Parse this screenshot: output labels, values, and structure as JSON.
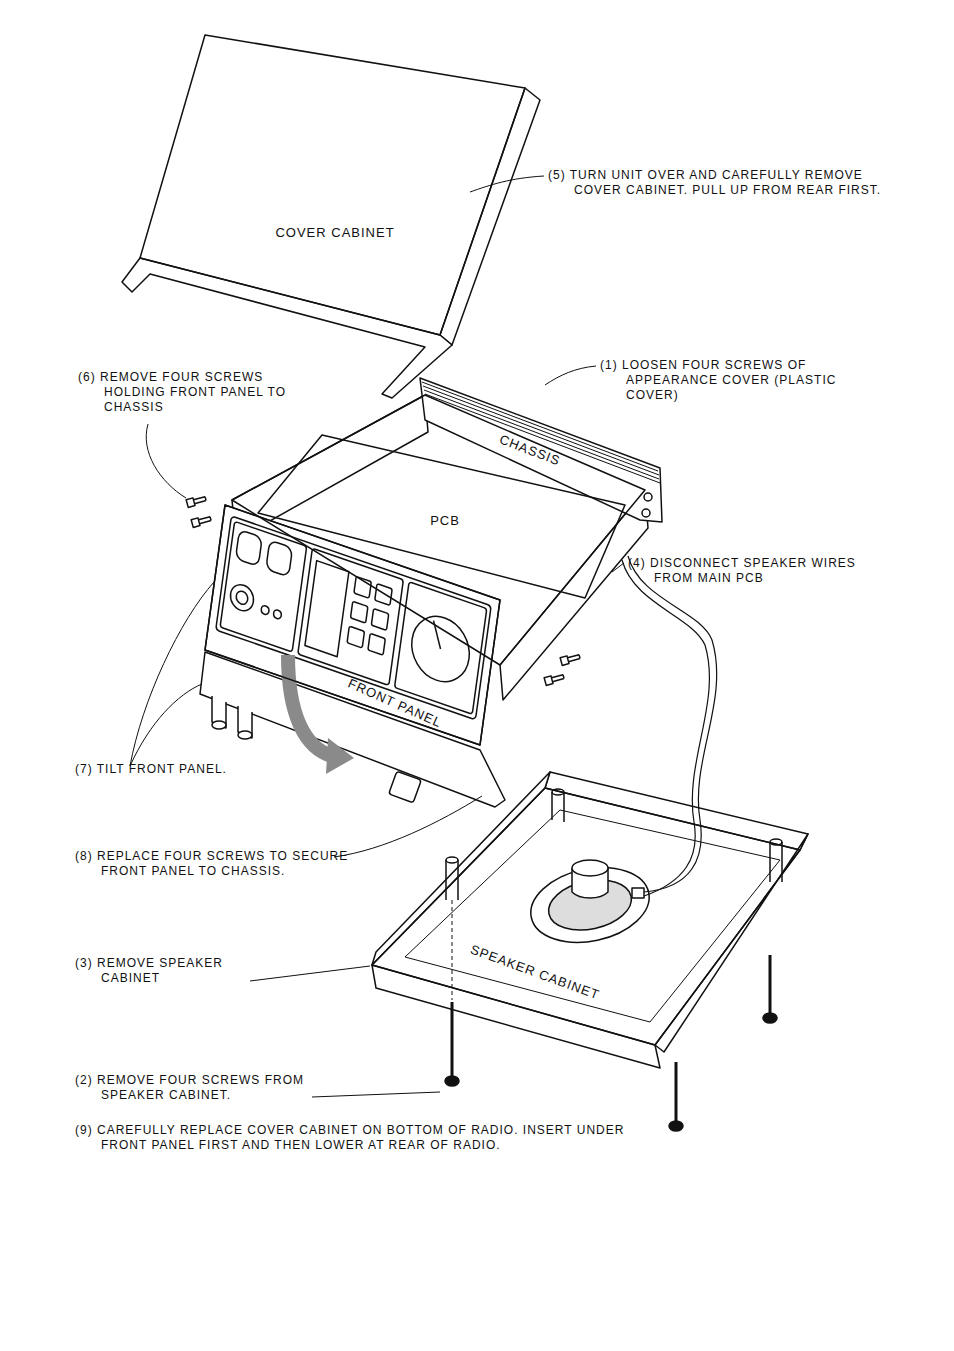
{
  "diagram": {
    "nodes": [
      {
        "text": [
          "COVER CABINET"
        ]
      },
      {
        "text": [
          "CHASSIS"
        ]
      },
      {
        "text": [
          "PCB"
        ],
        "in": 1
      },
      {
        "text": [
          "FRONT PANEL"
        ]
      },
      {
        "text": [
          "SPEAKER CABINET"
        ]
      }
    ],
    "labels": [
      "(5) TURN UNIT OVER AND CAREFULLY REMOVE COVER CABINET. PULL UP FROM REAR FIRST.",
      "(1) LOOSEN FOUR SCREWS OF APPEARANCE COVER (PLASTIC COVER)",
      "(6) REMOVE FOUR SCREWS HOLDING FRONT PANEL TO CHASSIS",
      "(4) DISCONNECT SPEAKER WIRES FROM MAIN PCB",
      "(7) TILT FRONT PANEL.",
      "(8) REPLACE FOUR SCREWS TO SECURE FRONT PANEL TO CHASSIS.",
      "(3) REMOVE SPEAKER CABINET",
      "(2) REMOVE FOUR SCREWS FROM SPEAKER CABINET.",
      "(9) CAREFULLY REPLACE COVER CABINET ON BOTTOM OF RADIO. INSERT UNDER FRONT PANEL FIRST AND THEN LOWER AT REAR OF RADIO."
    ]
  }
}
